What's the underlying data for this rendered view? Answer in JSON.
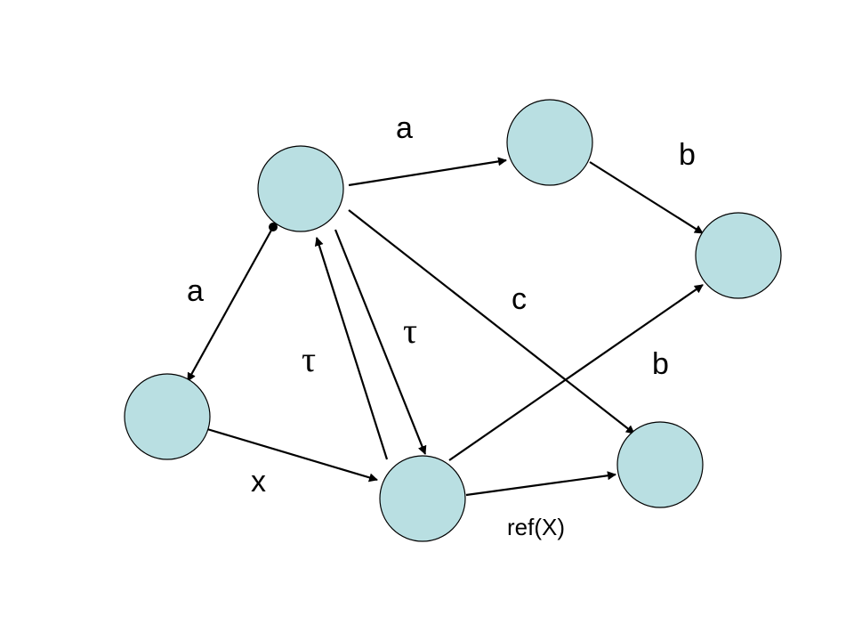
{
  "diagram": {
    "colors": {
      "node_fill": "#b9dfe2",
      "stroke": "#000000",
      "background": "#ffffff"
    },
    "labels": {
      "edge_top_a": "a",
      "edge_top_b": "b",
      "edge_left_a": "a",
      "edge_c": "c",
      "tau_up": "τ",
      "tau_down": "τ",
      "edge_mid_b": "b",
      "edge_x": "x",
      "edge_ref": "ref(X)"
    }
  }
}
